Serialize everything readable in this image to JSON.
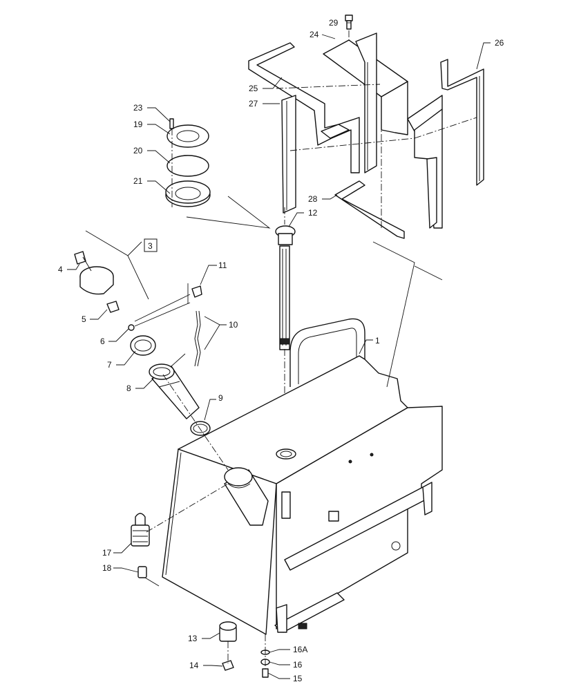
{
  "diagram": {
    "callouts": [
      "1",
      "3",
      "4",
      "5",
      "6",
      "7",
      "8",
      "9",
      "10",
      "11",
      "12",
      "13",
      "14",
      "15",
      "16",
      "16A",
      "17",
      "18",
      "19",
      "20",
      "21",
      "23",
      "24",
      "25",
      "26",
      "27",
      "28",
      "29"
    ]
  }
}
